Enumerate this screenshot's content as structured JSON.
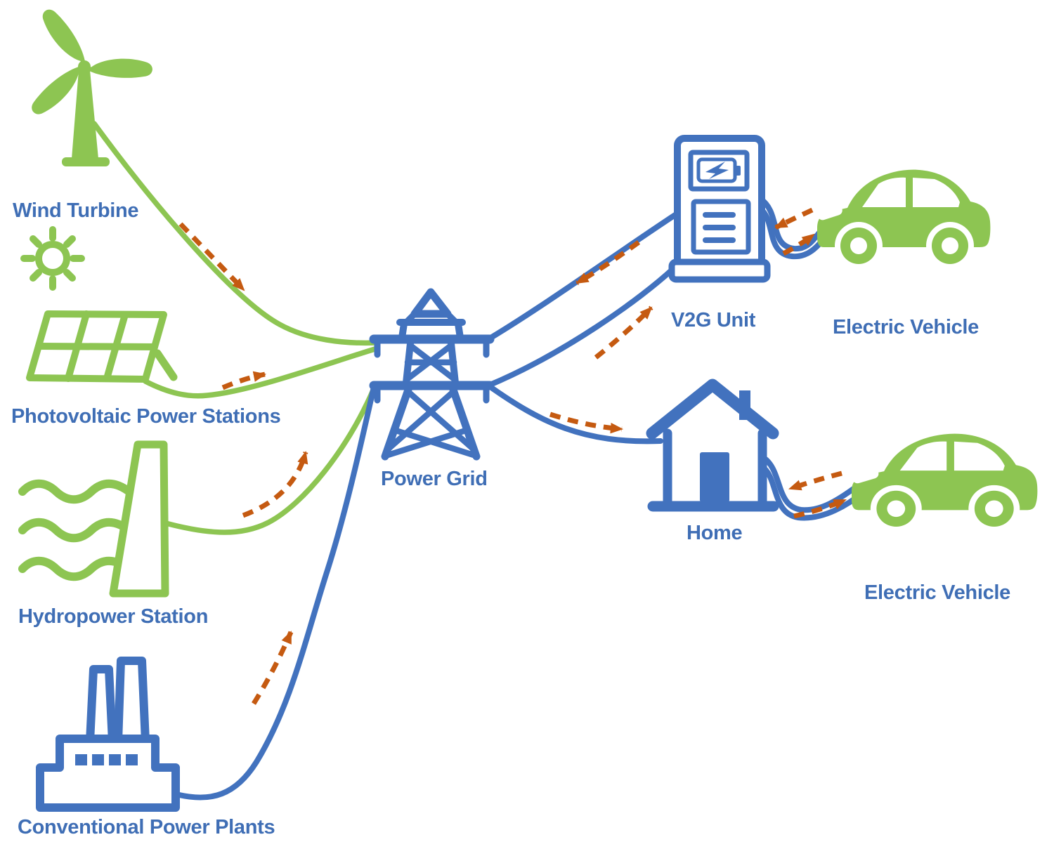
{
  "palette": {
    "green": "#8DC552",
    "blue": "#4272BE",
    "text": "#3F6EB5",
    "orange": "#C55A11",
    "background": "#FFFFFF"
  },
  "labels": {
    "wind_turbine": "Wind Turbine",
    "photovoltaic": "Photovoltaic Power Stations",
    "hydropower": "Hydropower Station",
    "conventional": "Conventional Power Plants",
    "power_grid": "Power Grid",
    "v2g_unit": "V2G Unit",
    "ev_top": "Electric Vehicle",
    "home": "Home",
    "ev_bottom": "Electric Vehicle"
  },
  "nodes": [
    {
      "id": "wind-turbine",
      "label": "Wind Turbine",
      "icon": "wind-turbine-icon",
      "color": "green"
    },
    {
      "id": "photovoltaic",
      "label": "Photovoltaic Power Stations",
      "icon": "solar-panel-icon",
      "color": "green"
    },
    {
      "id": "hydropower",
      "label": "Hydropower Station",
      "icon": "hydropower-dam-icon",
      "color": "green"
    },
    {
      "id": "conventional",
      "label": "Conventional Power Plants",
      "icon": "factory-icon",
      "color": "blue"
    },
    {
      "id": "power-grid",
      "label": "Power Grid",
      "icon": "transmission-tower-icon",
      "color": "blue"
    },
    {
      "id": "v2g-unit",
      "label": "V2G Unit",
      "icon": "ev-charger-icon",
      "color": "blue"
    },
    {
      "id": "ev-top",
      "label": "Electric Vehicle",
      "icon": "car-icon",
      "color": "green"
    },
    {
      "id": "home",
      "label": "Home",
      "icon": "house-icon",
      "color": "blue"
    },
    {
      "id": "ev-bottom",
      "label": "Electric Vehicle",
      "icon": "car-icon",
      "color": "green"
    }
  ],
  "flows": [
    {
      "from": "wind-turbine",
      "to": "power-grid",
      "line": "green",
      "direction": "one-way"
    },
    {
      "from": "photovoltaic",
      "to": "power-grid",
      "line": "green",
      "direction": "one-way"
    },
    {
      "from": "hydropower",
      "to": "power-grid",
      "line": "green",
      "direction": "one-way"
    },
    {
      "from": "conventional",
      "to": "power-grid",
      "line": "blue",
      "direction": "one-way"
    },
    {
      "from": "power-grid",
      "to": "v2g-unit",
      "line": "blue",
      "direction": "two-way"
    },
    {
      "from": "power-grid",
      "to": "home",
      "line": "blue",
      "direction": "one-way"
    },
    {
      "from": "v2g-unit",
      "to": "ev-top",
      "line": "blue",
      "direction": "two-way"
    },
    {
      "from": "home",
      "to": "ev-bottom",
      "line": "blue",
      "direction": "two-way"
    }
  ]
}
